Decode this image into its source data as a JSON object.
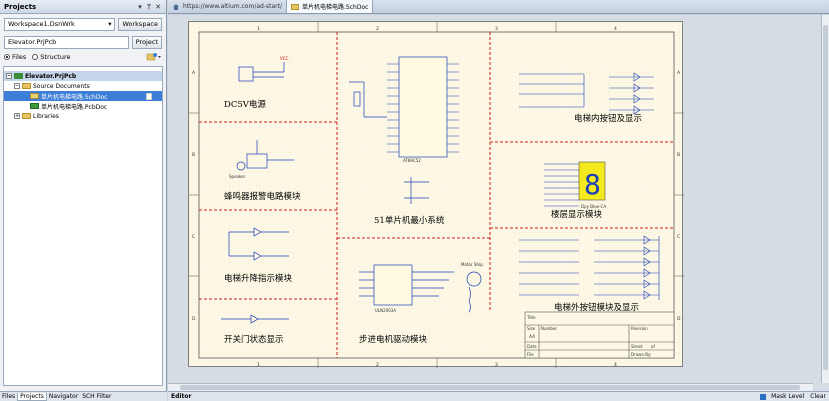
{
  "panel": {
    "title": "Projects",
    "workspace": "Workspace1.DsnWrk",
    "workspace_button": "Workspace",
    "project": "Elevator.PrjPcb",
    "project_button": "Project",
    "view_files": "Files",
    "view_structure": "Structure"
  },
  "tree": {
    "project": "Elevator.PrjPcb",
    "source_folder": "Source Documents",
    "sch_doc": "单片机电梯电路.SchDoc",
    "pcb_doc": "单片机电梯电路.PcbDoc",
    "libraries": "Libraries"
  },
  "bottom_tabs": [
    "Files",
    "Projects",
    "Navigator",
    "SCH Filter"
  ],
  "doc_tabs": {
    "url": "https://www.altium.com/ad-start/",
    "active": "单片机电梯电路.SchDoc"
  },
  "sheet": {
    "col_labels": [
      "1",
      "2",
      "3",
      "4"
    ],
    "row_labels": [
      "A",
      "B",
      "C",
      "D"
    ],
    "module_titles": {
      "dc5v": "DC5V电源",
      "buzzer": "蜂鸣器报警电路模块",
      "updown": "电梯升降指示模块",
      "door": "开关门状态显示",
      "mcu": "51单片机最小系统",
      "stepper": "步进电机驱动模块",
      "inner": "电梯内按钮及显示",
      "floor": "楼层显示模块",
      "outer": "电梯外按钮模块及显示"
    },
    "title_block": {
      "title": "Title",
      "size_label": "Size",
      "size": "A4",
      "number_label": "Number",
      "revision_label": "Revision",
      "date_label": "Date",
      "file_label": "File",
      "sheet_label": "Sheet",
      "of_label": "of",
      "drawn_label": "Drawn By:"
    },
    "chip_labels": {
      "mcu": "AT89C52",
      "driver": "ULN2003A",
      "motor": "Motor Step",
      "seg": "Dpy Blue-CA",
      "vcc": "VCC"
    }
  },
  "status": {
    "editor": "Editor",
    "mask_level": "Mask Level",
    "clear": "Clear"
  },
  "colors": {
    "accent": "#3d7fd6",
    "sheet_bg": "#fdf8e6",
    "divider": "#cc1f1f",
    "wire": "#1a3fb8"
  }
}
